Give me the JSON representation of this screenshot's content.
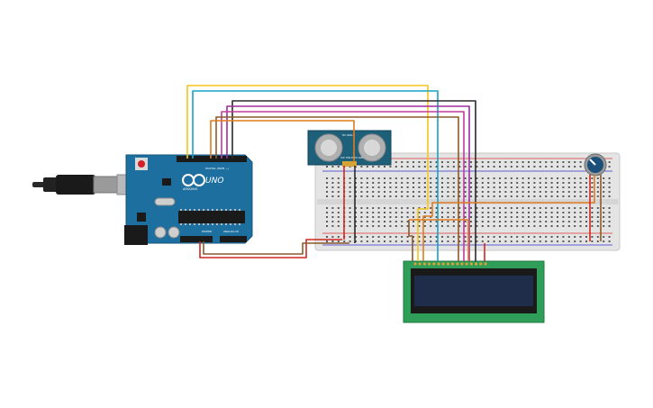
{
  "arduino": {
    "brand": "ARDUINO",
    "model": "UNO",
    "digital_label": "DIGITAL (PWM ~)",
    "power_label": "POWER",
    "analog_label": "ANALOG IN",
    "board_color": "#1d6fa0"
  },
  "sensor": {
    "model": "HC-SR04",
    "pins": "VCC TRIG ECHO GND",
    "board_color": "#1e5f7a"
  },
  "lcd": {
    "board_color": "#2e9e58",
    "screen_color": "#1f2d4a"
  },
  "potentiometer": {
    "knob_color": "#1c4f7a"
  },
  "breadboard": {
    "body_color": "#e4e4e4"
  },
  "wire_colors": {
    "yellow": "#f5c518",
    "cyan": "#17a2c8",
    "black": "#2a2a2a",
    "purple": "#9b2ea0",
    "magenta": "#c23b9e",
    "orange": "#e07b1f",
    "red": "#d0271f",
    "brown": "#8b5a2b"
  }
}
